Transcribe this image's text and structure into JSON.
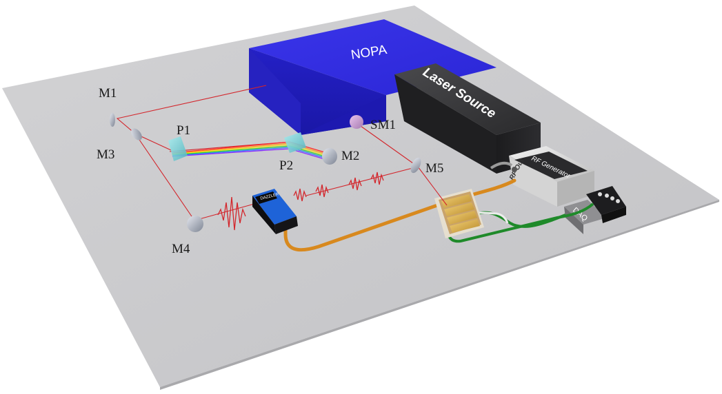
{
  "components": {
    "nopa": "NOPA",
    "laser_source": "Laser Source",
    "rf_generator": "RF Generator",
    "rf_out": "RF Out",
    "dazzler": "DAZZLER",
    "daq": "DAQ"
  },
  "labels": {
    "m1": "M1",
    "m2": "M2",
    "m3": "M3",
    "m4": "M4",
    "m5": "M5",
    "sm1": "SM1",
    "p1": "P1",
    "p2": "P2"
  },
  "colors": {
    "table": "#cbcbcd",
    "nopa": "#2a25d8",
    "laser_source": "#2c2c2e",
    "beam": "#d3252b",
    "rf_cable": "#d8891e",
    "daq_cable": "#1f8a2a"
  }
}
